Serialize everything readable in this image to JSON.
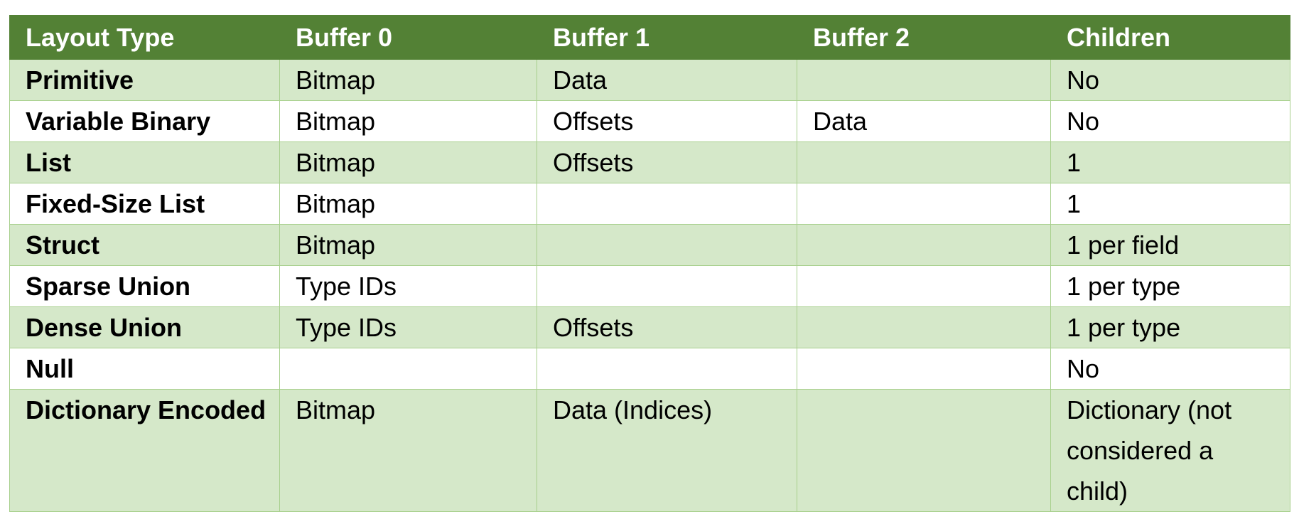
{
  "table": {
    "headers": [
      "Layout Type",
      "Buffer 0",
      "Buffer 1",
      "Buffer 2",
      "Children"
    ],
    "rows": [
      [
        "Primitive",
        "Bitmap",
        "Data",
        "",
        "No"
      ],
      [
        "Variable Binary",
        "Bitmap",
        "Offsets",
        "Data",
        "No"
      ],
      [
        "List",
        "Bitmap",
        "Offsets",
        "",
        "1"
      ],
      [
        "Fixed-Size List",
        "Bitmap",
        "",
        "",
        "1"
      ],
      [
        "Struct",
        "Bitmap",
        "",
        "",
        "1 per field"
      ],
      [
        "Sparse Union",
        "Type IDs",
        "",
        "",
        "1 per type"
      ],
      [
        "Dense Union",
        "Type IDs",
        "Offsets",
        "",
        "1 per type"
      ],
      [
        "Null",
        "",
        "",
        "",
        "No"
      ],
      [
        "Dictionary Encoded",
        "Bitmap",
        "Data (Indices)",
        "",
        "Dictionary (not considered a child)"
      ]
    ]
  },
  "colors": {
    "header_bg": "#538135",
    "header_text": "#ffffff",
    "band_bg": "#d5e8c9",
    "border": "#a8d08d"
  }
}
